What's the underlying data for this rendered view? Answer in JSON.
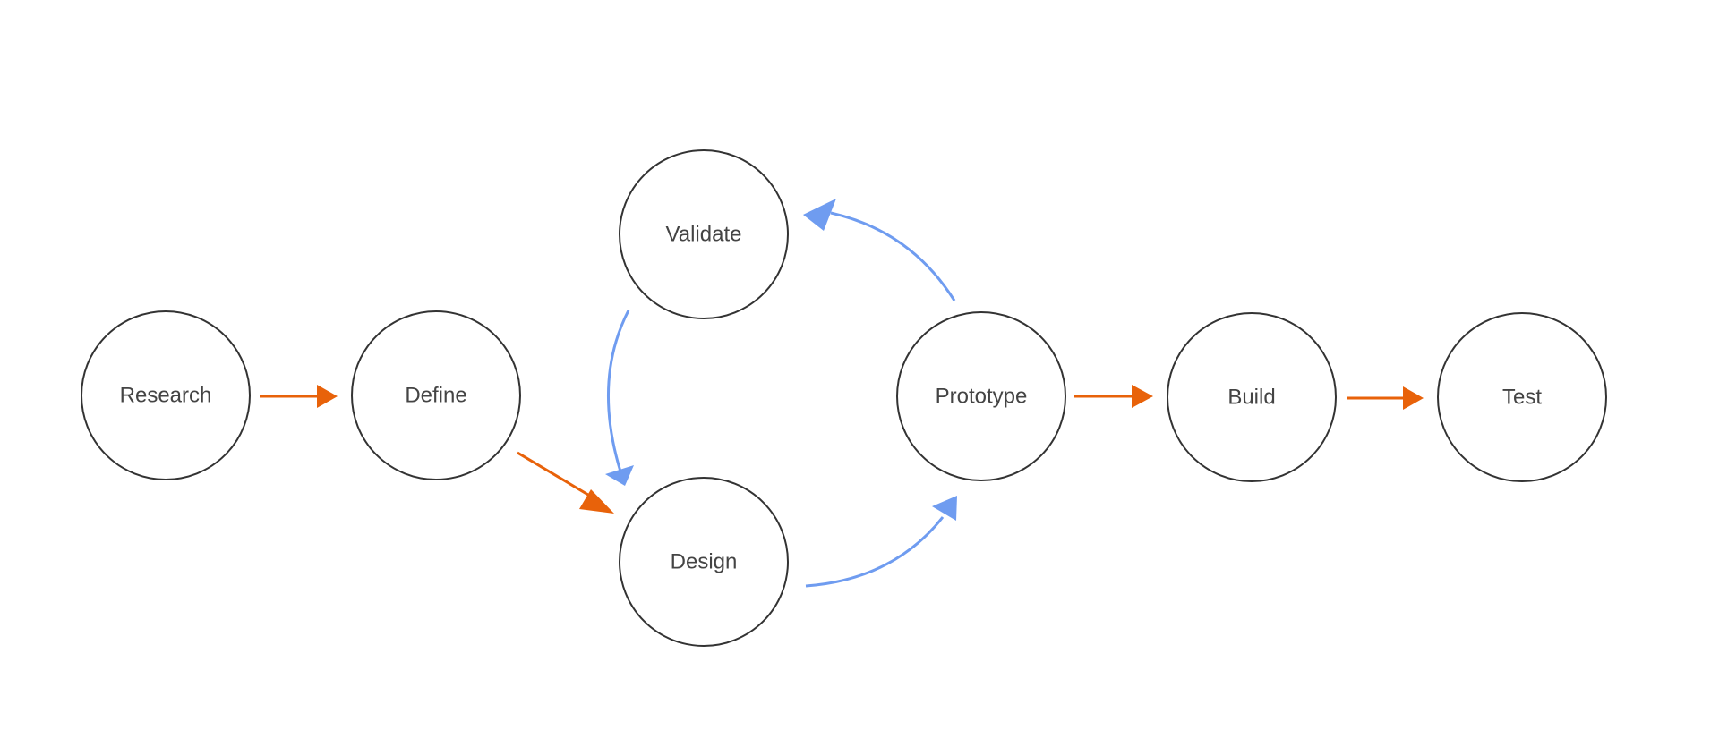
{
  "diagram": {
    "nodes": [
      {
        "id": "research",
        "label": "Research"
      },
      {
        "id": "define",
        "label": "Define"
      },
      {
        "id": "validate",
        "label": "Validate"
      },
      {
        "id": "design",
        "label": "Design"
      },
      {
        "id": "prototype",
        "label": "Prototype"
      },
      {
        "id": "build",
        "label": "Build"
      },
      {
        "id": "test",
        "label": "Test"
      }
    ],
    "edges": [
      {
        "from": "research",
        "to": "define",
        "kind": "primary"
      },
      {
        "from": "define",
        "to": "design",
        "kind": "primary"
      },
      {
        "from": "prototype",
        "to": "build",
        "kind": "primary"
      },
      {
        "from": "build",
        "to": "test",
        "kind": "primary"
      },
      {
        "from": "validate",
        "to": "design",
        "kind": "iteration"
      },
      {
        "from": "design",
        "to": "prototype",
        "kind": "iteration"
      },
      {
        "from": "prototype",
        "to": "validate",
        "kind": "iteration"
      }
    ],
    "colors": {
      "primary": "#E8620A",
      "iteration": "#6F9CF0",
      "node_stroke": "#333333",
      "label": "#444444"
    }
  }
}
